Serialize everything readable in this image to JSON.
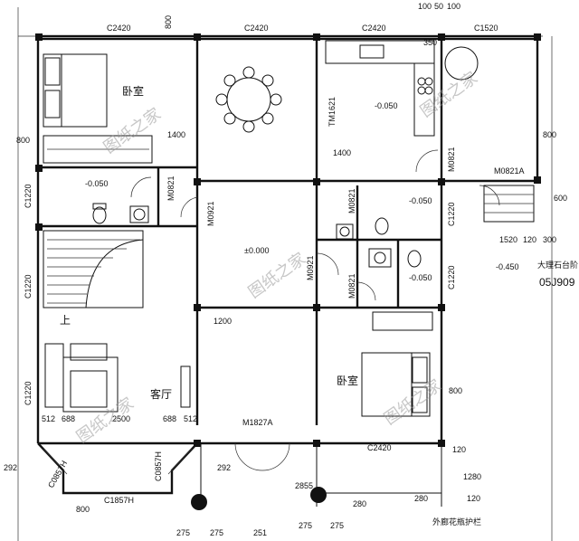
{
  "top_dimensions": [
    "C2420",
    "800",
    "C2420",
    "C2420",
    "100",
    "50",
    "100",
    "C1520"
  ],
  "rooms": {
    "bedroom_1": "卧室",
    "bedroom_2": "卧室",
    "living": "客厅",
    "up_stair": "上"
  },
  "levels": [
    "-0.050",
    "-0.050",
    "-0.050",
    "-0.050",
    "±0.000",
    "-0.450"
  ],
  "doors": [
    "M0821",
    "M0921",
    "M0921",
    "M0821",
    "M0821",
    "M0821",
    "M0821A",
    "M1827A",
    "TM1621"
  ],
  "windows": [
    "C1220",
    "C1220",
    "C1220",
    "C1220",
    "C1220",
    "C1857H",
    "C0857H",
    "C0857H",
    "C2420"
  ],
  "dimensions": [
    "1400",
    "1400",
    "1200",
    "800",
    "800",
    "800",
    "350",
    "600",
    "1520",
    "120",
    "300",
    "800",
    "512",
    "688",
    "2500",
    "688",
    "512",
    "2855",
    "120",
    "1280",
    "280",
    "120",
    "275",
    "275",
    "275",
    "275",
    "251",
    "292",
    "292",
    "280"
  ],
  "notes": {
    "stone_steps": "大理石台阶",
    "standard": "05J909",
    "railing": "外廊花瓶护栏"
  },
  "watermark": "图纸之家"
}
